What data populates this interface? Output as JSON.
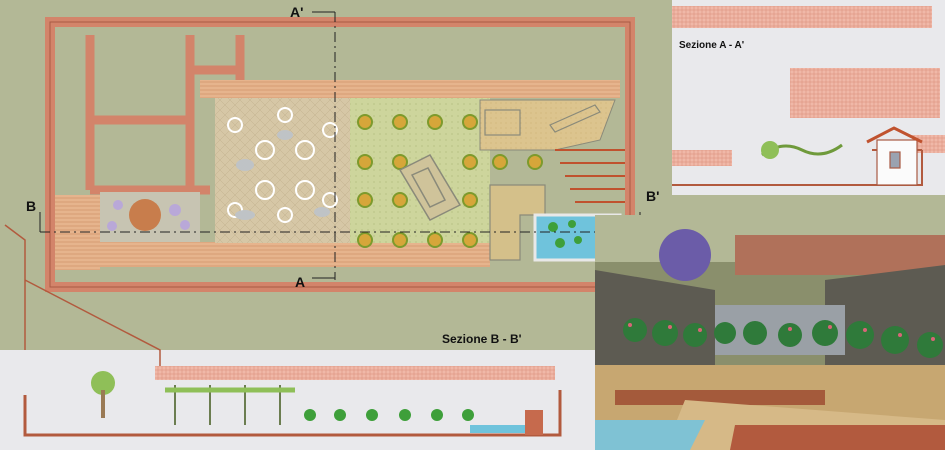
{
  "plan": {
    "section_a_top": "A'",
    "section_a_bottom": "A",
    "section_b_left": "B",
    "section_b_right": "B'"
  },
  "sections": {
    "a_title": "Sezione A - A'",
    "b_title": "Sezione B - B'"
  },
  "colors": {
    "background": "#b3b896",
    "wall": "#d3846a",
    "wall_stroke": "#a85a44",
    "paving": "#d8c29a",
    "lawn": "#c9d49a",
    "water": "#6fc3dc",
    "tree": "#d6a63a"
  }
}
